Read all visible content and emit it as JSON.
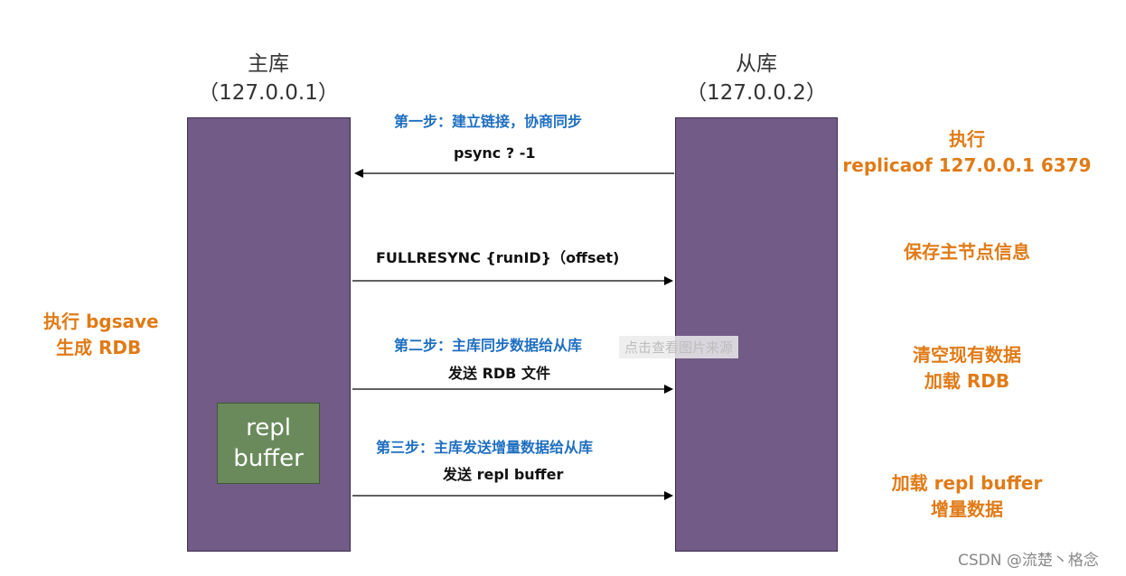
{
  "master": {
    "title": "主库",
    "address": "（127.0.0.1）"
  },
  "slave": {
    "title": "从库",
    "address": "（127.0.0.2）"
  },
  "buffer": {
    "line1": "repl",
    "line2": "buffer"
  },
  "steps": {
    "step1": "第一步：建立链接，协商同步",
    "step2": "第二步：主库同步数据给从库",
    "step3": "第三步：主库发送增量数据给从库"
  },
  "messages": {
    "psync": "psync ?  -1",
    "fullresync": "FULLRESYNC {runID}（offset)",
    "send_rdb": "发送 RDB 文件",
    "send_buffer": "发送 repl buffer"
  },
  "slave_actions": {
    "exec_line1": "执行",
    "exec_line2": "replicaof 127.0.0.1 6379",
    "save_info": "保存主节点信息",
    "clear_line1": "清空现有数据",
    "clear_line2": "加载 RDB",
    "load_line1": "加载 repl buffer",
    "load_line2": "增量数据"
  },
  "master_actions": {
    "line1": "执行 bgsave",
    "line2": "生成 RDB"
  },
  "watermarks": {
    "center": "点击查看图片来源",
    "credit": "CSDN @流楚丶格念"
  },
  "colors": {
    "box_fill": "#725b86",
    "buffer_fill": "#6a8a5c",
    "step_text": "#1f6fc1",
    "note_text": "#e07b17"
  }
}
